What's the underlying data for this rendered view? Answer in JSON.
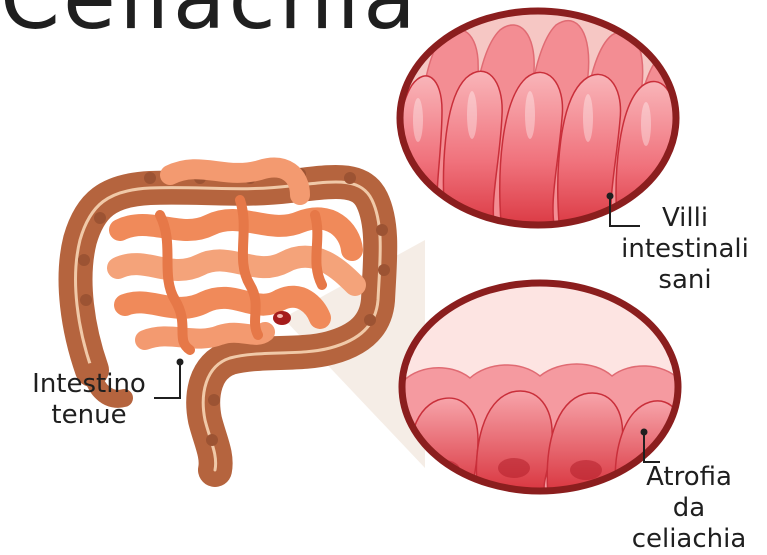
{
  "title": "Celiachia",
  "labels": {
    "healthy": [
      "Villi",
      "intestinali",
      "sani"
    ],
    "atrophy": [
      "Atrofia",
      "da",
      "celiachia"
    ],
    "intestine": [
      "Intestino",
      "tenue"
    ]
  },
  "colors": {
    "frame": "#8b1e1e",
    "villus_light": "#f59aa0",
    "villus_dark": "#d8323c",
    "colon": "#b5643e",
    "small_intestine": "#f08a5a",
    "background": "#ffffff"
  }
}
